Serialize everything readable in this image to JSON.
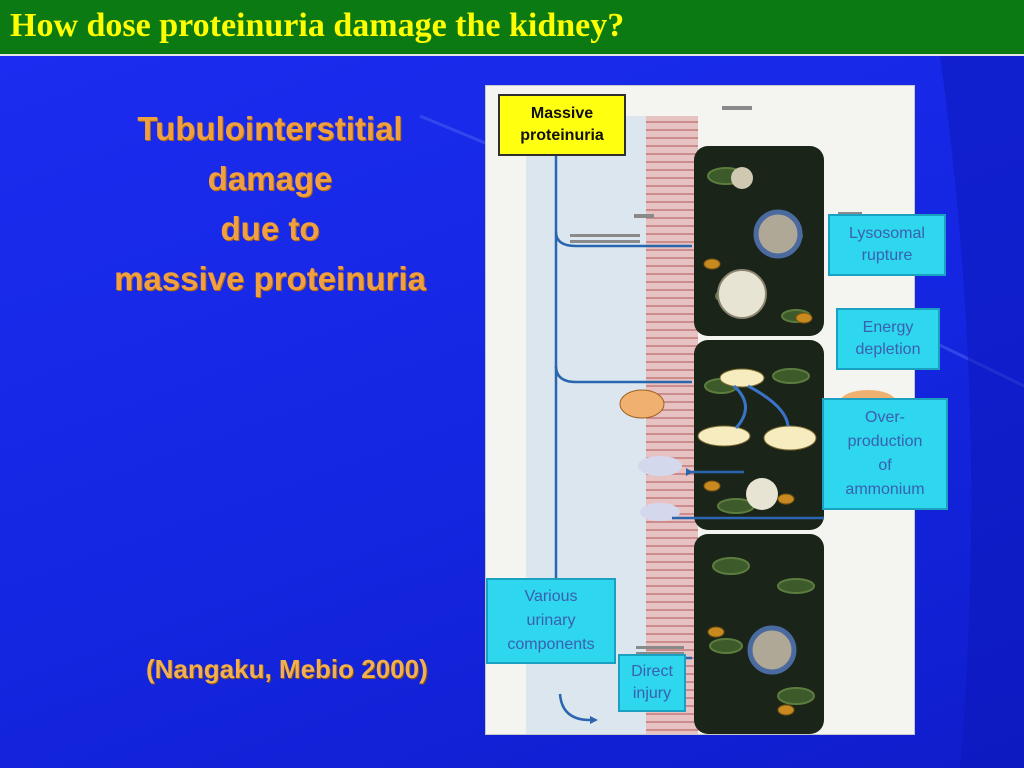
{
  "slide": {
    "title": "How dose proteinuria damage the kidney?",
    "heading_lines": [
      "Tubulointerstitial",
      "damage",
      "due to",
      "massive proteinuria"
    ],
    "citation": "(Nangaku, Mebio 2000)"
  },
  "figure": {
    "massive_proteinuria": [
      "Massive",
      "proteinuria"
    ],
    "lysosomal_rupture": [
      "Lysosomal",
      "rupture"
    ],
    "energy_depletion": [
      "Energy",
      "depletion"
    ],
    "overproduction_ammonium": [
      "Over-",
      "production",
      "of",
      "ammonium"
    ],
    "various_urinary_components": [
      "Various",
      "urinary",
      "components"
    ],
    "direct_injury": [
      "Direct",
      "injury"
    ]
  },
  "colors": {
    "title_bar": "#0b7a12",
    "title_text": "#ffff00",
    "background": "#1424e0",
    "heading_text": "#f0a040",
    "label_yellow": "#ffff10",
    "label_cyan": "#2ed6ee"
  }
}
